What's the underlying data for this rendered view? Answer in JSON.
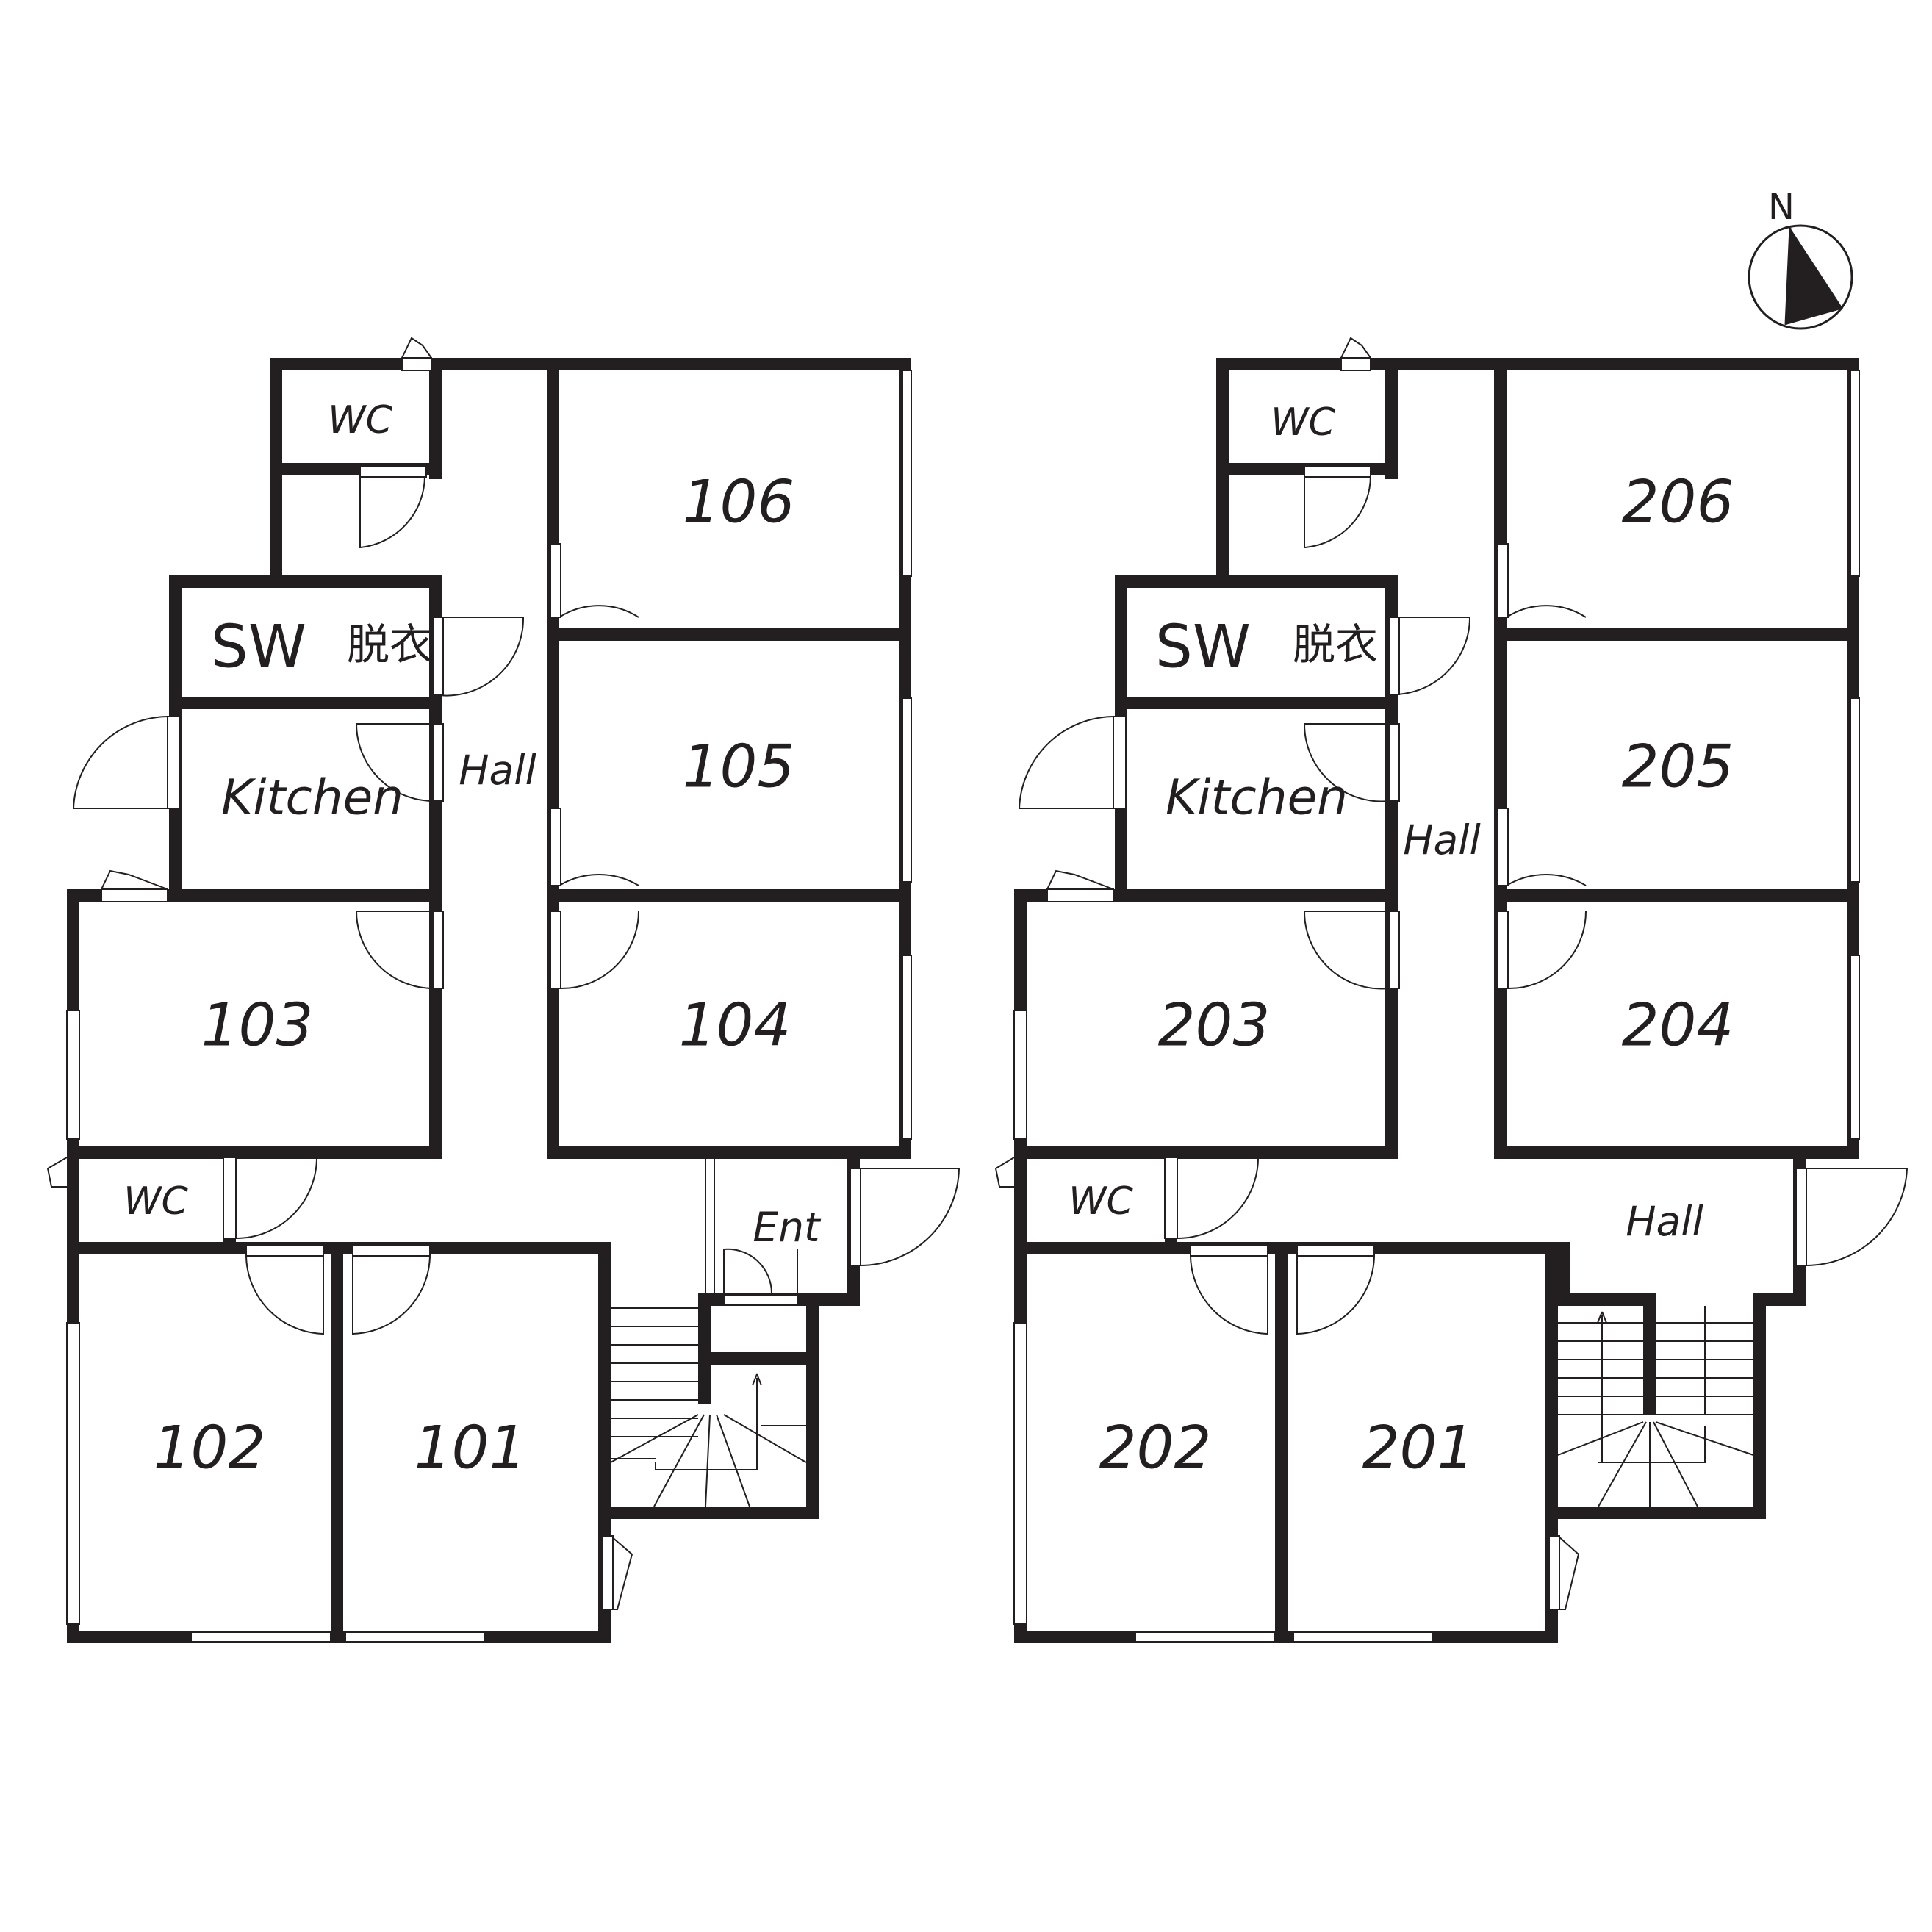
{
  "compass": {
    "label": "N"
  },
  "floor1": {
    "rooms": {
      "r106": "106",
      "r105": "105",
      "r104": "104",
      "r103": "103",
      "r102": "102",
      "r101": "101"
    },
    "wc_top": "WC",
    "wc_bottom": "WC",
    "sw": "SW",
    "datsui": "脱衣",
    "kitchen": "Kitchen",
    "hall": "Hall",
    "ent": "Ent"
  },
  "floor2": {
    "rooms": {
      "r206": "206",
      "r205": "205",
      "r204": "204",
      "r203": "203",
      "r202": "202",
      "r201": "201"
    },
    "wc_top": "WC",
    "wc_bottom": "WC",
    "sw": "SW",
    "datsui": "脱衣",
    "kitchen": "Kitchen",
    "hall_main": "Hall",
    "hall_lower": "Hall"
  }
}
